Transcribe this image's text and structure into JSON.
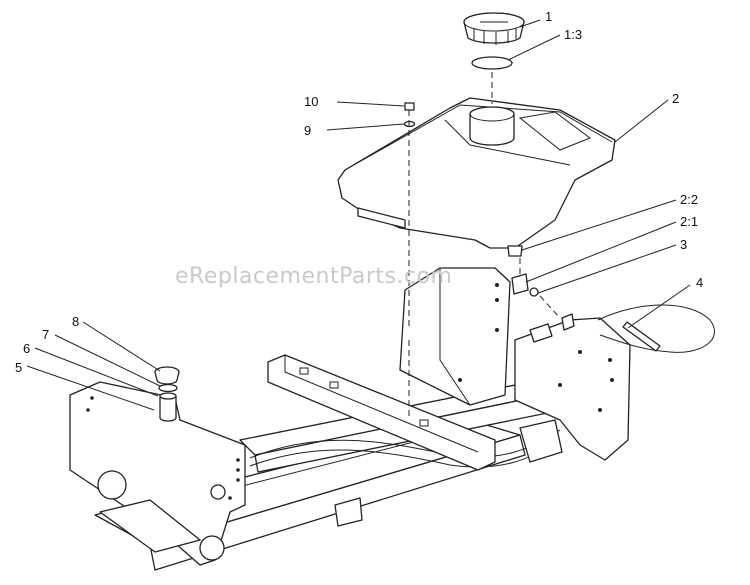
{
  "watermark": "eReplacementParts.com",
  "callouts": [
    {
      "id": "c1",
      "label": "1"
    },
    {
      "id": "c1-3",
      "label": "1:3"
    },
    {
      "id": "c2",
      "label": "2"
    },
    {
      "id": "c2-2",
      "label": "2:2"
    },
    {
      "id": "c2-1",
      "label": "2:1"
    },
    {
      "id": "c3",
      "label": "3"
    },
    {
      "id": "c4",
      "label": "4"
    },
    {
      "id": "c5",
      "label": "5"
    },
    {
      "id": "c6",
      "label": "6"
    },
    {
      "id": "c7",
      "label": "7"
    },
    {
      "id": "c8",
      "label": "8"
    },
    {
      "id": "c9",
      "label": "9"
    },
    {
      "id": "c10",
      "label": "10"
    }
  ]
}
